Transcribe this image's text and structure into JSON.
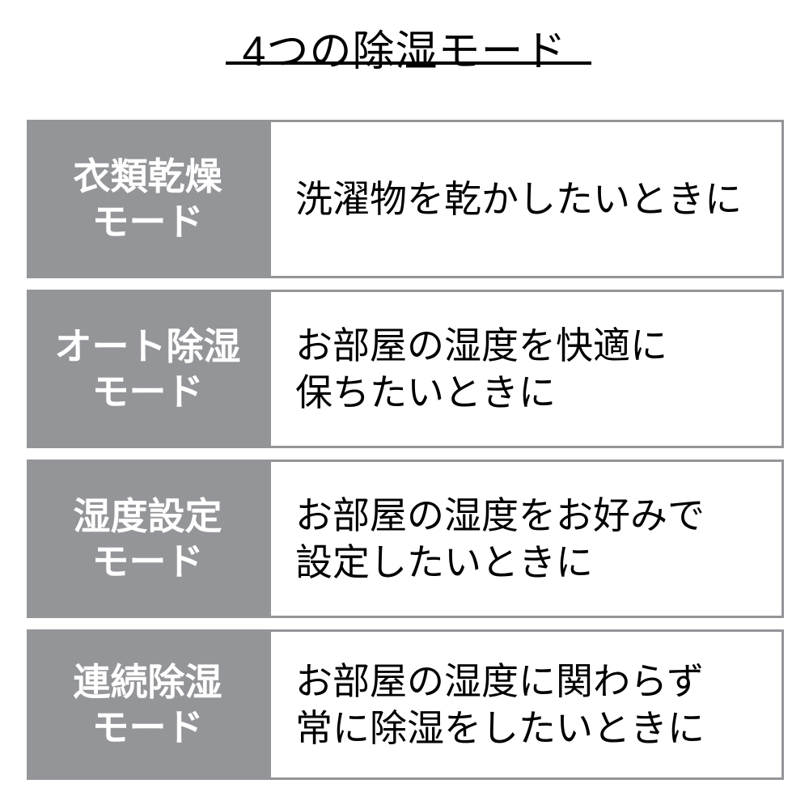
{
  "header": {
    "title": "4つの除湿モード",
    "underline_color": "#000000"
  },
  "theme": {
    "label_background": "#939598",
    "label_text_color": "#ffffff",
    "description_background": "#ffffff",
    "description_text_color": "#000000",
    "border_color": "#939598",
    "page_background": "#ffffff"
  },
  "table": {
    "rows": [
      {
        "label": "衣類乾燥\nモード",
        "description": "洗濯物を乾かしたいときに"
      },
      {
        "label": "オート除湿\nモード",
        "description": "お部屋の湿度を快適に\n保ちたいときに"
      },
      {
        "label": "湿度設定\nモード",
        "description": "お部屋の湿度をお好みで\n設定したいときに"
      },
      {
        "label": "連続除湿\nモード",
        "description": "お部屋の湿度に関わらず\n常に除湿をしたいときに"
      }
    ]
  }
}
